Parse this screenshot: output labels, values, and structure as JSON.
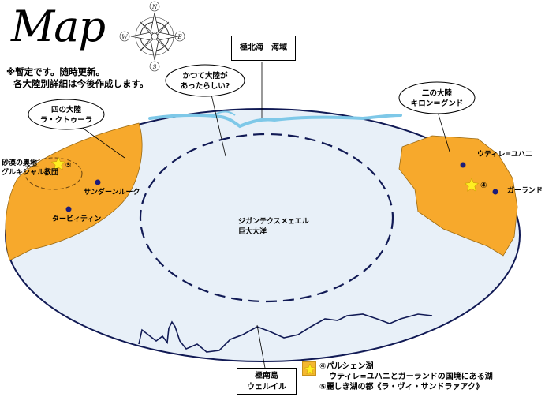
{
  "title": "Map",
  "note": {
    "line1": "※暫定です。随時更新。",
    "line2": "各大陸別詳細は今後作成します。"
  },
  "compass": {
    "north": "N",
    "south": "S",
    "east": "E",
    "west": "W"
  },
  "boxes": {
    "north_sea": "極北海　海域",
    "south_island_line1": "極南島",
    "south_island_line2": "ウェルイル"
  },
  "callouts": {
    "west_continent": [
      "四の大陸",
      "ラ・クトゥーラ"
    ],
    "ancient_continent": [
      "かつて大陸が",
      "あったらしい?"
    ],
    "east_continent": [
      "二の大陸",
      "キロン＝グンド"
    ]
  },
  "map_labels": {
    "desert": [
      "砂漠の奥地",
      "グルキシャル教団"
    ],
    "desert_number": "⑤",
    "lake_number": "④",
    "ocean": [
      "ジガンテクスメェエル",
      "巨大大洋"
    ]
  },
  "places": [
    {
      "id": "sundern-luke",
      "label": "サンダーンルーク"
    },
    {
      "id": "tarbitin",
      "label": "タービィティン"
    },
    {
      "id": "utile-yuhani",
      "label": "ウティレ=ユハニ"
    },
    {
      "id": "garland",
      "label": "ガーランド"
    }
  ],
  "legend": {
    "line1": "④パルシェン湖",
    "line2": "ウティレ=ユハニとガーランドの国境にある湖",
    "line3": "⑤麗しき湖の都《ラ・ヴィ・サンドラァアク》"
  },
  "colors": {
    "ocean": "#e8f0f8",
    "land": "#f7a92c",
    "river": "#7ec8e8",
    "marker": "#1c1c7a",
    "star": "#ffee22"
  }
}
